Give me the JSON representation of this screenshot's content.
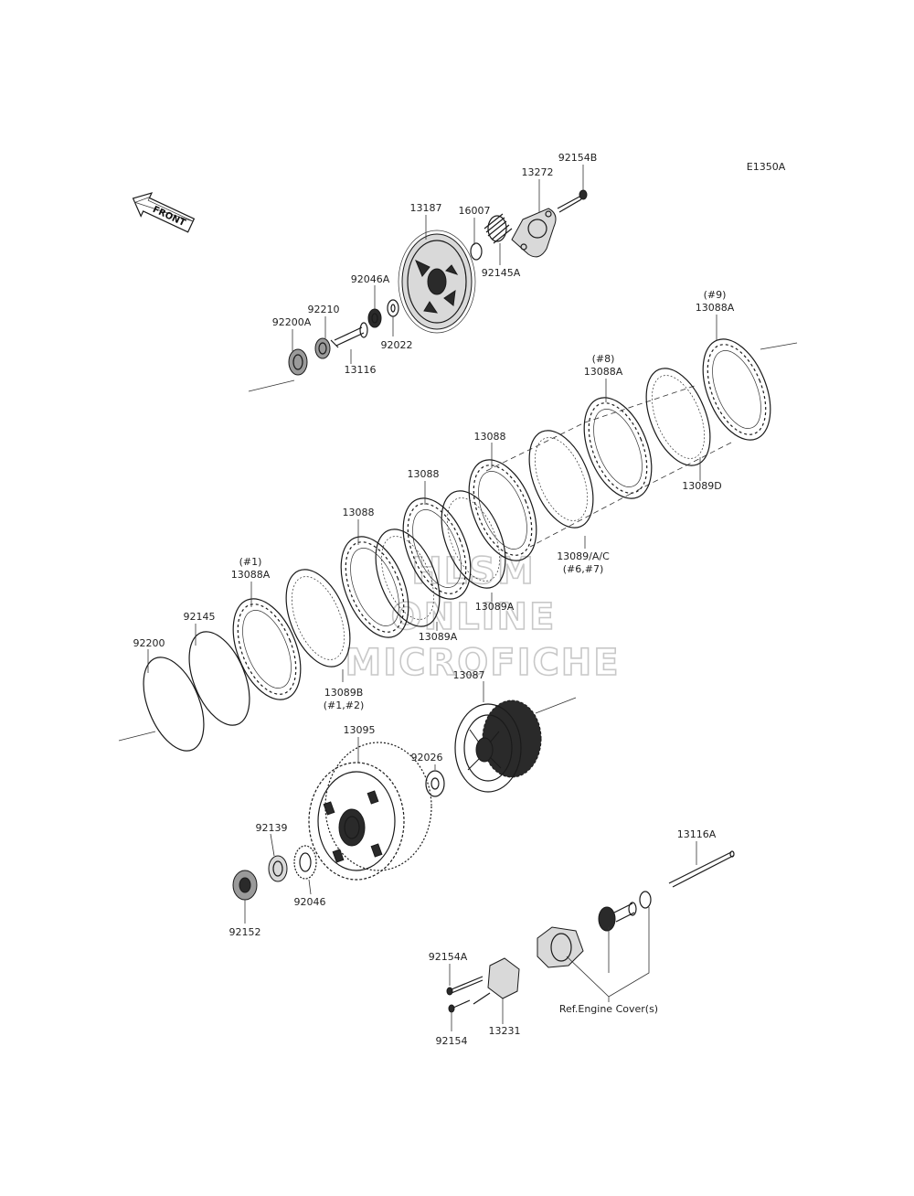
{
  "diagram_code": "E1350A",
  "front_label": "FRONT",
  "reference_note": "Ref.Engine Cover(s)",
  "watermark": [
    "HLSM",
    "ONLINE",
    "MICROFICHE"
  ],
  "parts": [
    {
      "id": "p92154B",
      "label": "92154B"
    },
    {
      "id": "p13272",
      "label": "13272"
    },
    {
      "id": "p16007",
      "label": "16007"
    },
    {
      "id": "p13187",
      "label": "13187"
    },
    {
      "id": "p92145A",
      "label": "92145A"
    },
    {
      "id": "p92046A",
      "label": "92046A"
    },
    {
      "id": "p92210",
      "label": "92210"
    },
    {
      "id": "p92200A",
      "label": "92200A"
    },
    {
      "id": "p92022",
      "label": "92022"
    },
    {
      "id": "p13116",
      "label": "13116"
    },
    {
      "id": "p13088A_9_tag",
      "label": "(#9)"
    },
    {
      "id": "p13088A_9",
      "label": "13088A"
    },
    {
      "id": "p13088A_8_tag",
      "label": "(#8)"
    },
    {
      "id": "p13088A_8",
      "label": "13088A"
    },
    {
      "id": "p13088_c",
      "label": "13088"
    },
    {
      "id": "p13089D",
      "label": "13089D"
    },
    {
      "id": "p13088_b",
      "label": "13088"
    },
    {
      "id": "p13088_a",
      "label": "13088"
    },
    {
      "id": "p13089AC",
      "label": "13089/A/C"
    },
    {
      "id": "p13089AC_tag",
      "label": "(#6,#7)"
    },
    {
      "id": "p13089A_a",
      "label": "13089A"
    },
    {
      "id": "p13089A_b",
      "label": "13089A"
    },
    {
      "id": "p13088A_1_tag",
      "label": "(#1)"
    },
    {
      "id": "p13088A_1",
      "label": "13088A"
    },
    {
      "id": "p92145",
      "label": "92145"
    },
    {
      "id": "p92200",
      "label": "92200"
    },
    {
      "id": "p13089B",
      "label": "13089B"
    },
    {
      "id": "p13089B_tag",
      "label": "(#1,#2)"
    },
    {
      "id": "p13087",
      "label": "13087"
    },
    {
      "id": "p13095",
      "label": "13095"
    },
    {
      "id": "p92026",
      "label": "92026"
    },
    {
      "id": "p92139",
      "label": "92139"
    },
    {
      "id": "p92046",
      "label": "92046"
    },
    {
      "id": "p92152",
      "label": "92152"
    },
    {
      "id": "p13116A",
      "label": "13116A"
    },
    {
      "id": "p92154A",
      "label": "92154A"
    },
    {
      "id": "p92154",
      "label": "92154"
    },
    {
      "id": "p13231",
      "label": "13231"
    }
  ]
}
